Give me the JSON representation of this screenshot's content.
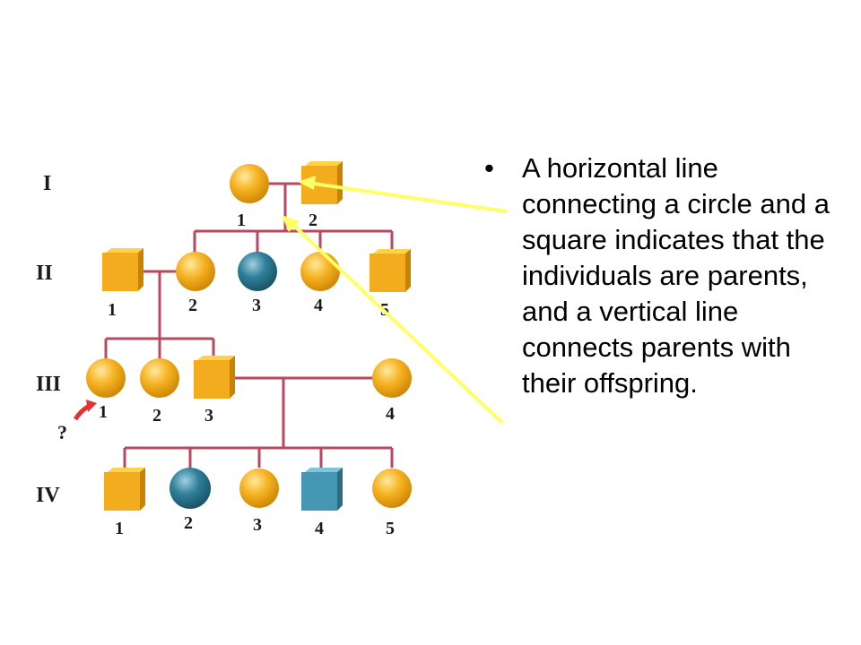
{
  "pedigree": {
    "generations": [
      "I",
      "II",
      "III",
      "IV"
    ],
    "individuals": {
      "I": [
        "1",
        "2"
      ],
      "II": [
        "1",
        "2",
        "3",
        "4",
        "5"
      ],
      "III": [
        "1",
        "2",
        "3",
        "4"
      ],
      "IV": [
        "1",
        "2",
        "3",
        "4",
        "5"
      ]
    },
    "question_mark": "?",
    "colors": {
      "unaffected": "#f6b323",
      "affected": "#2f7f9a",
      "lines": "#b84a60",
      "pointer": "#ffff66",
      "arrow": "#e03434"
    }
  },
  "caption": {
    "bullet": "•",
    "text": "A horizontal line connecting a circle and a square indicates that the individuals are parents, and a vertical line connects parents with their offspring."
  }
}
